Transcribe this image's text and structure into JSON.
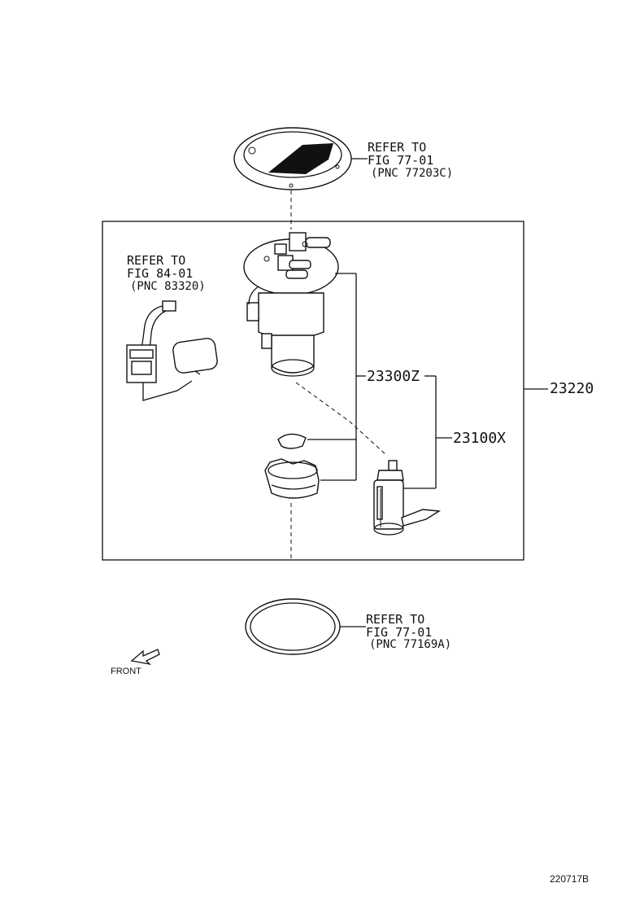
{
  "references": {
    "top_gasket": {
      "line1": "REFER TO",
      "line2": "FIG 77-01",
      "line3": "(PNC 77203C)"
    },
    "sender": {
      "line1": "REFER TO",
      "line2": "FIG 84-01",
      "line3": "(PNC 83320)"
    },
    "bottom_ring": {
      "line1": "REFER TO",
      "line2": "FIG 77-01",
      "line3": "(PNC 77169A)"
    }
  },
  "part_numbers": {
    "assembly": "23220",
    "filter": "23300Z",
    "pump": "23100X"
  },
  "orientation": {
    "label": "FRONT"
  },
  "figure_id": "220717B"
}
